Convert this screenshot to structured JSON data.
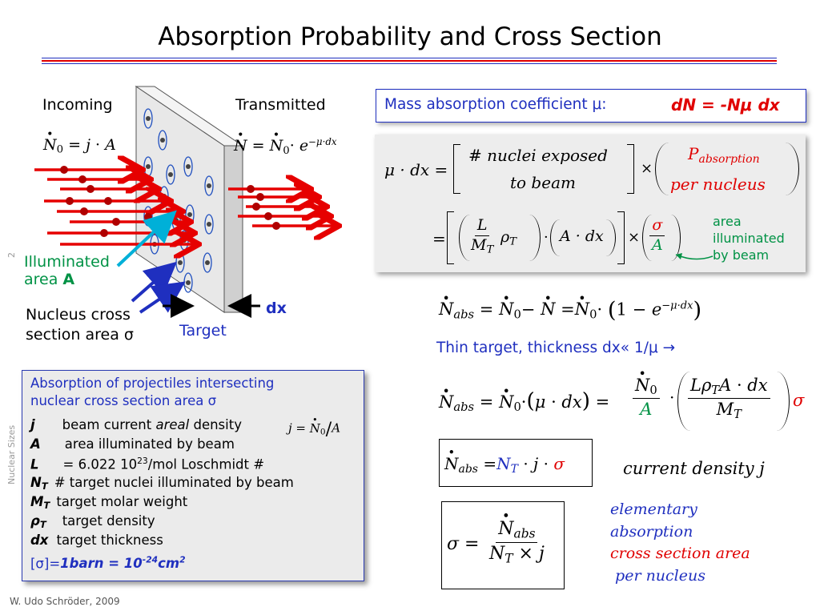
{
  "slide": {
    "title": "Absorption Probability and Cross Section",
    "page_number": "2",
    "section": "Nuclear Sizes",
    "footer": "W. Udo Schröder, 2009"
  },
  "diagram": {
    "incoming": "Incoming",
    "incoming_formula": "N0 = j · A",
    "transmitted": "Transmitted",
    "transmitted_formula": "N = N0 · e^(−μ·dx)",
    "illuminated_line1": "Illuminated",
    "illuminated_line2": "area ",
    "illuminated_A": "A",
    "nucleus_line1": "Nucleus cross",
    "nucleus_line2": "section area σ",
    "target": "Target",
    "dx": "dx"
  },
  "mass_coeff": {
    "label": "Mass absorption coefficient μ:",
    "formula": "dN = -Nμ dx"
  },
  "formula_box": {
    "lhs": "μ · dx =",
    "bracket_top": "# nuclei exposed",
    "bracket_bottom": "to beam",
    "prob_top": "P",
    "prob_top_sub": "absorption",
    "prob_bottom": "per  nucleus",
    "L": "L",
    "MT": "M",
    "MT_sub": "T",
    "rho": "ρ",
    "rho_sub": "T",
    "A_dx": "A · dx",
    "sigma": "σ",
    "A": "A",
    "note": [
      "area",
      "illuminated",
      "by beam"
    ]
  },
  "equations": {
    "nabs_line": "N_abs = N0 − N = N0 · (1 − e^(−μ·dx))",
    "thin_target": "Thin target, thickness dx« 1/μ →",
    "nabs_thin": "N_abs = N0 · (μ · dx) = (N0 / A) · (L ρT A · dx / MT) σ",
    "boxed1": "N_abs = NT · j · σ",
    "current_density": "current density j",
    "boxed2": "σ = N_abs / (NT × j)",
    "elementary": [
      "elementary",
      "absorption",
      "cross section area",
      " per nucleus"
    ]
  },
  "info_box": {
    "heading1": "Absorption of projectiles intersecting",
    "heading2": "nuclear cross section area σ",
    "items": [
      {
        "sym": "j",
        "text": "beam current ",
        "em": "areal",
        "text2": " density"
      },
      {
        "sym": "A",
        "text": "area illuminated by beam"
      },
      {
        "sym": "L",
        "text": "= 6.022 10",
        "sup": "23",
        "text2": "/mol Loschmidt #"
      },
      {
        "sym": "N",
        "sym_sub": "T",
        "text": "# target nuclei illuminated by beam"
      },
      {
        "sym": "M",
        "sym_sub": "T",
        "text": "target molar weight"
      },
      {
        "sym": "ρ",
        "sym_sub": "T",
        "text": "target density"
      },
      {
        "sym": "dx",
        "text": "target thickness"
      }
    ],
    "barn_prefix": "[σ]=",
    "barn_value": "1barn = 10",
    "barn_exp": "-24",
    "barn_unit": "cm",
    "barn_unit_exp": "2",
    "j_def": "j = N0/A"
  },
  "colors": {
    "title_rule_blue": "#1f2fbf",
    "title_rule_red": "#e00000",
    "beam": "#e60000",
    "nucleus_outline": "#1f4fbf",
    "slab_face": "#e8e8e8",
    "illuminated_arrow": "#00b0d8",
    "illuminated_text": "#009245",
    "highlight_red": "#e00000",
    "highlight_blue": "#1f2fbf"
  }
}
